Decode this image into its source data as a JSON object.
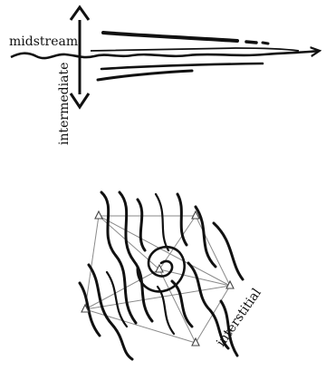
{
  "labels": {
    "midstream": "midstream",
    "intermediate": "intermediate",
    "interstitial": "interstitial"
  },
  "colors": {
    "ink": "#111111",
    "network": "#8a8a8a",
    "background": "#ffffff"
  }
}
